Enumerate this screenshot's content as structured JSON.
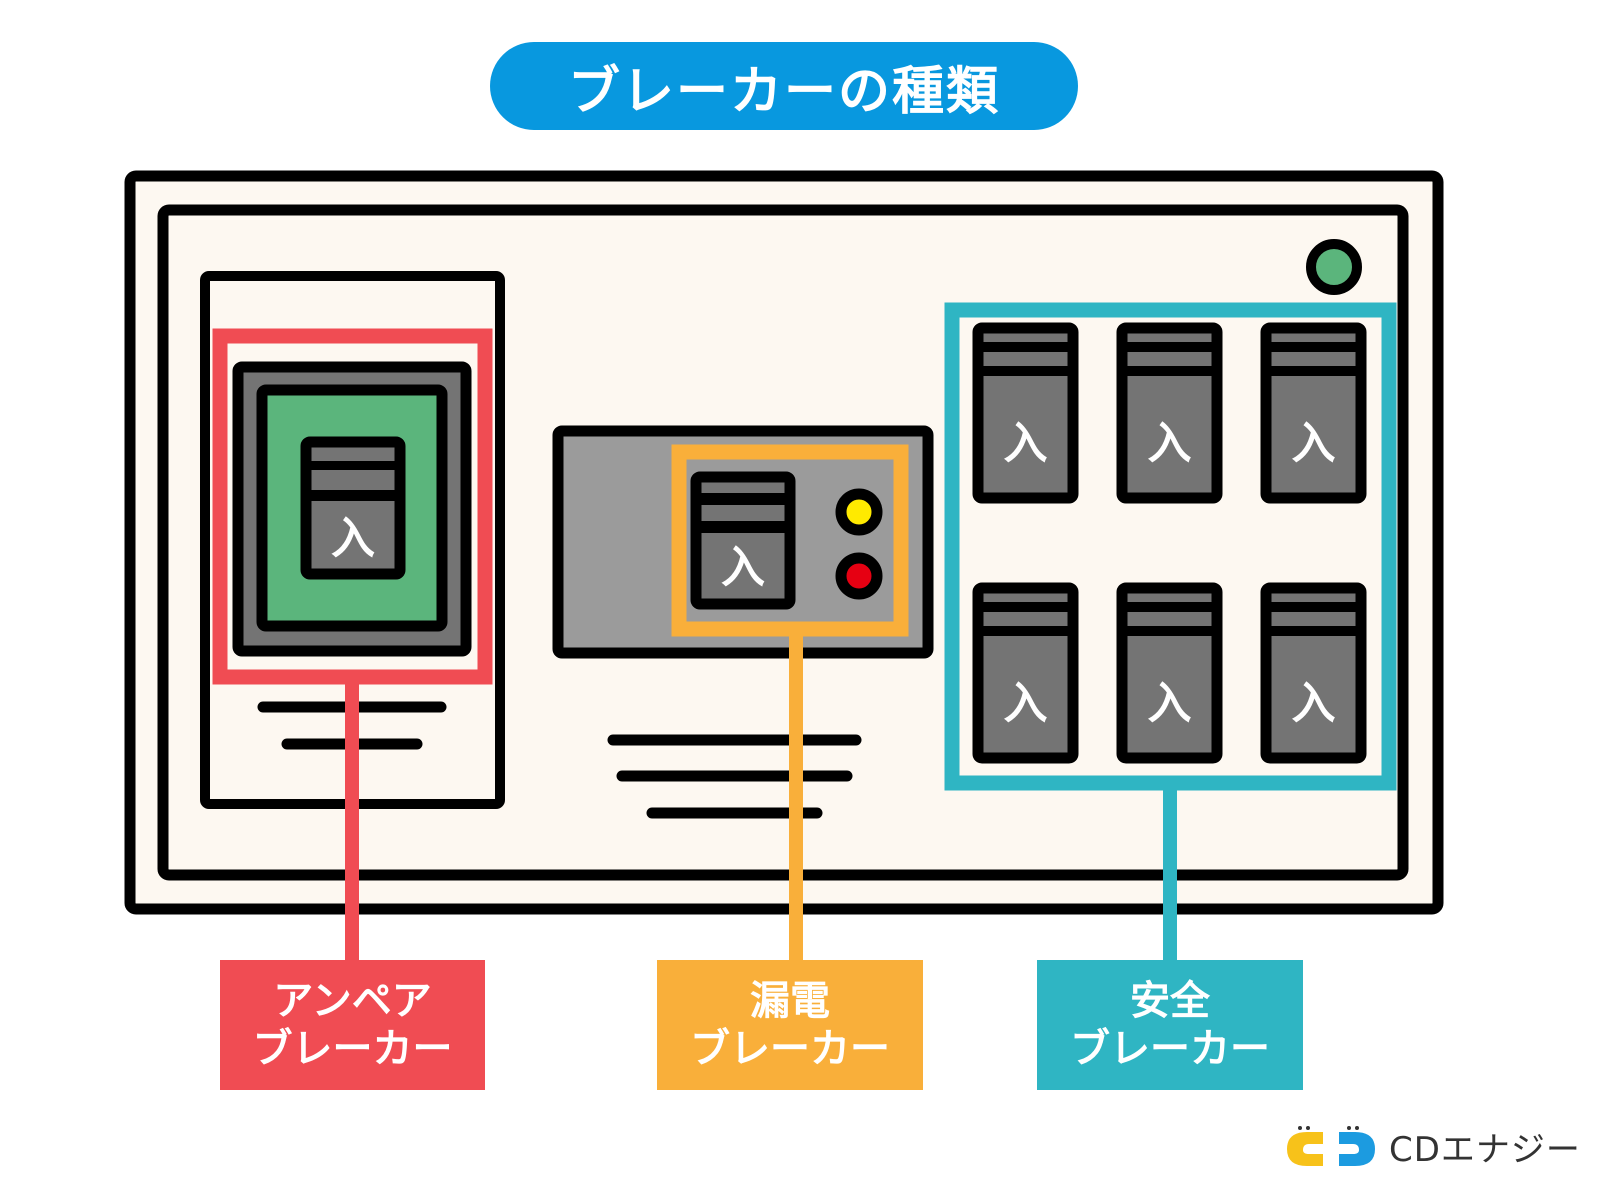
{
  "title": "ブレーカーの種類",
  "colors": {
    "title_bg": "#0898df",
    "panel_bg": "#fdf8f1",
    "amp": "#f04c53",
    "leak": "#f9af3a",
    "safe": "#2fb5c3",
    "breaker_gray": "#747474",
    "leak_body": "#9b9b9b",
    "green": "#5bb57c",
    "yellow_light": "#ffea00",
    "red_light": "#e60012"
  },
  "switch_label": "入",
  "labels": {
    "ampere": {
      "line1": "アンペア",
      "line2": "ブレーカー"
    },
    "leakage": {
      "line1": "漏電",
      "line2": "ブレーカー"
    },
    "safety": {
      "line1": "安全",
      "line2": "ブレーカー"
    }
  },
  "safety_breaker_count": 6,
  "indicator_lights": [
    "yellow",
    "red"
  ],
  "power_lamp": "green",
  "logo": {
    "text": "CDエナジー"
  }
}
